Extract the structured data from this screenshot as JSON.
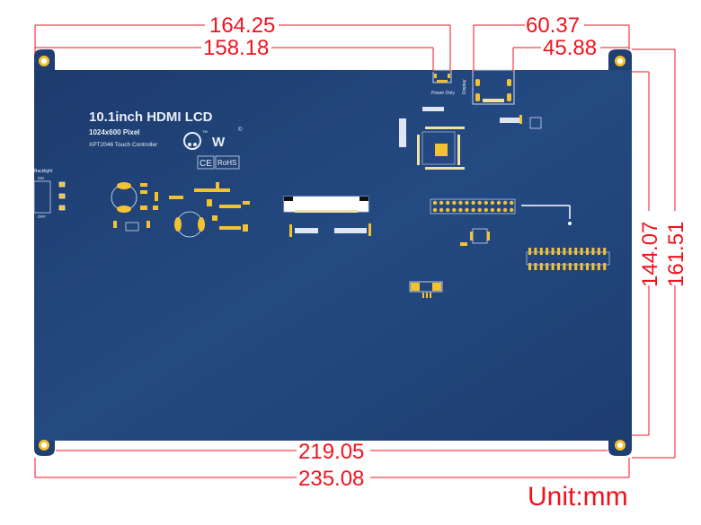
{
  "board": {
    "title": "10.1inch HDMI LCD",
    "resolution": "1024x600 Pixel",
    "controller": "XPT2046 Touch Controller",
    "backlight_label": "Backlight",
    "backlight_on": "ON",
    "backlight_off": "OFF",
    "power_label": "Power Only",
    "display_label": "Display",
    "logo_mark_tm": "TM",
    "logo_mark_c": "©",
    "ce_mark": "CE",
    "rohs_mark": "RoHS",
    "colors": {
      "pcb": "#1f3f73",
      "pad": "#f3c233",
      "silk": "#e8eef8",
      "dim": "#f0131e"
    }
  },
  "dimensions": {
    "top_outer": "164.25",
    "top_inner": "158.18",
    "top_right_outer": "60.37",
    "top_right_inner": "45.88",
    "right_inner": "144.07",
    "right_outer": "161.51",
    "bottom_inner": "219.05",
    "bottom_outer": "235.08",
    "unit": "Unit:mm"
  }
}
